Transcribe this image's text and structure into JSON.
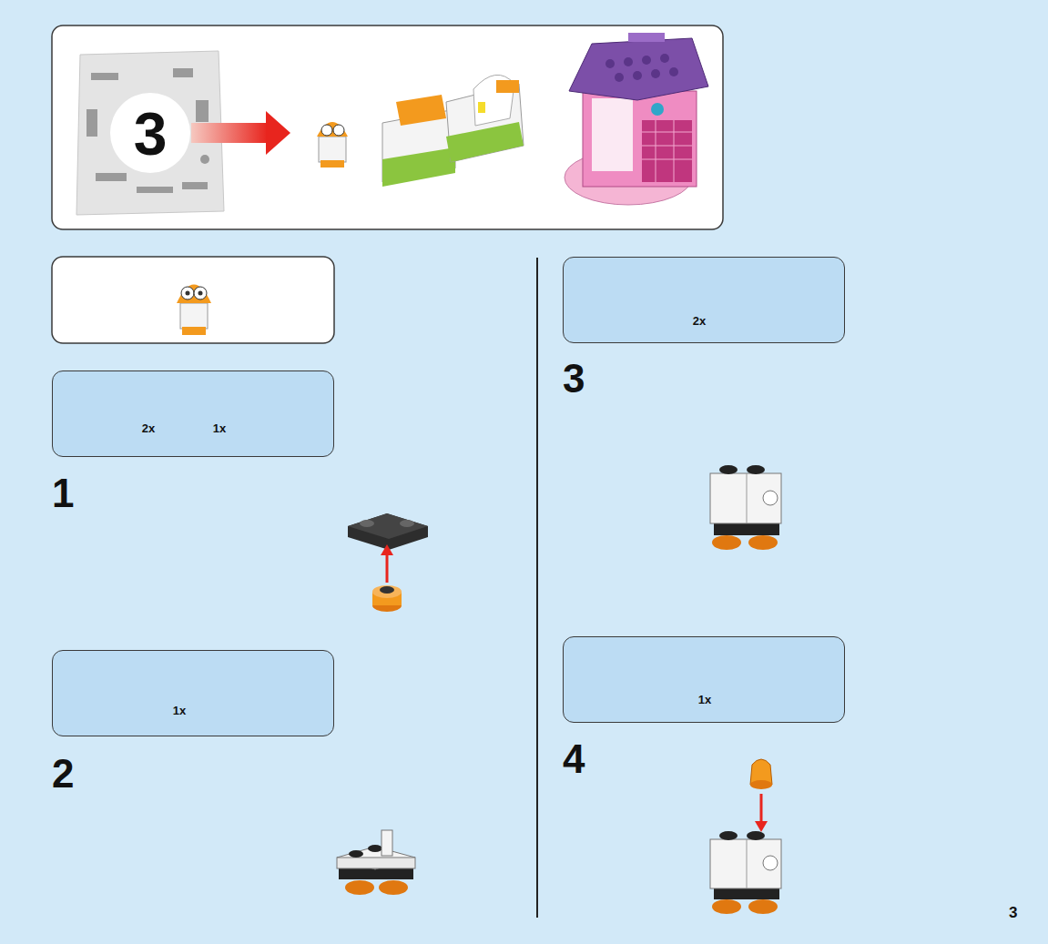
{
  "diagram": {
    "nodes": [
      {
        "text": [
          "3"
        ]
      },
      {
        "text": [
          "2x",
          "1x"
        ]
      },
      {
        "text": [
          "1x"
        ]
      },
      {
        "text": [
          "2x"
        ]
      },
      {
        "text": [
          "1x"
        ]
      }
    ],
    "labels": [
      "1",
      "2",
      "3",
      "4",
      "3"
    ]
  }
}
